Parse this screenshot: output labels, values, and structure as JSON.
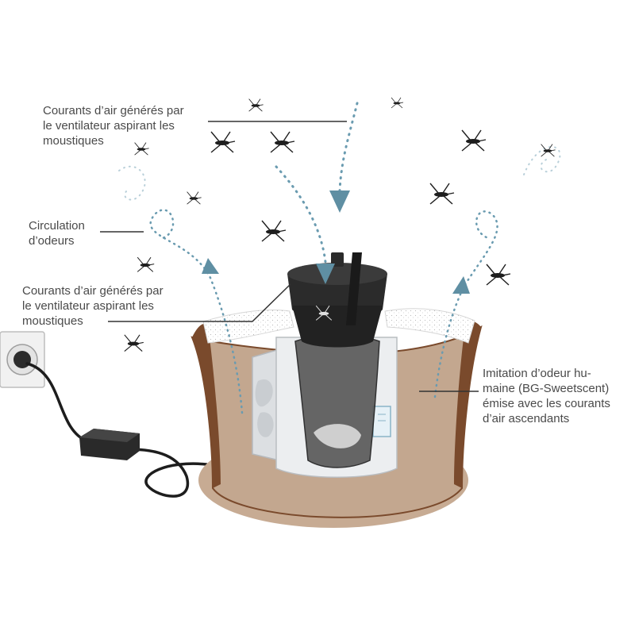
{
  "labels": {
    "airflow_top": "Courants d’air générés par\nle ventilateur aspirant les\nmoustiques",
    "odor_circulation": "Circulation\nd’odeurs",
    "airflow_middle": "Courants d’air générés par\nle ventilateur aspirant les\nmoustiques",
    "sweetscent": "Imitation d’odeur hu-\nmaine (BG-Sweetscent)\némise avec les courants\nd’air ascendants"
  },
  "colors": {
    "text": "#4a4a4a",
    "leader_line": "#333333",
    "airflow_arrow": "#5f8fa3",
    "airflow_dots": "#6a9bb0",
    "trap_body": "#c3a78f",
    "trap_rim": "#7a4a2c",
    "intake_funnel": "#2b2b2b",
    "catch_net": "#3a3a3a",
    "fan_housing": "#e8eaec",
    "mosquito": "#1e1e1e"
  },
  "icons": [
    "mosquito-icon",
    "fan-icon",
    "power-socket-icon",
    "power-adapter-icon",
    "scent-dispenser-icon"
  ]
}
